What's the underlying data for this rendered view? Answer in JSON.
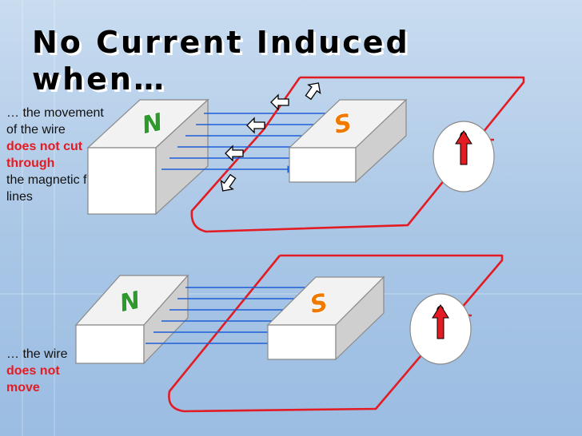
{
  "title": {
    "line1": "No Current Induced",
    "line2": "when…"
  },
  "caption_top": {
    "part1": "… the movement of the wire",
    "part2_red": "does not cut through",
    "part3": "the magnetic field lines"
  },
  "caption_bottom": {
    "part1": "… the wire",
    "part2_red": "does not move"
  },
  "diagram_top": {
    "north_label": "N",
    "south_label": "S",
    "meter_reading": "0"
  },
  "diagram_bottom": {
    "north_label": "N",
    "south_label": "S",
    "meter_reading": "0"
  },
  "colors": {
    "wire": "#e31b23",
    "field_lines": "#1f5fd6",
    "north": "#2e9a2e",
    "south": "#f07a00",
    "emphasis": "#e31b23"
  },
  "icons": [
    "hollow-arrow-icon",
    "meter-needle-icon"
  ]
}
